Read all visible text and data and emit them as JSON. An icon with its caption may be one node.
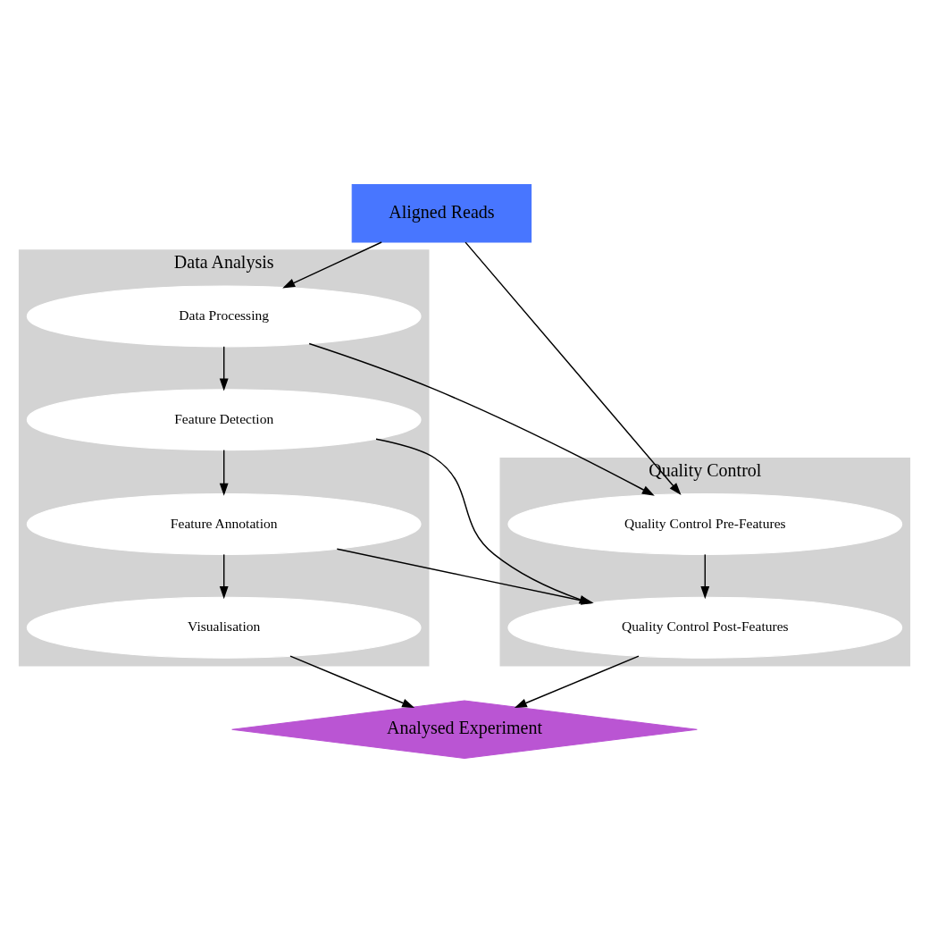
{
  "diagram": {
    "nodes": [
      {
        "text": [
          "Aligned Reads"
        ]
      },
      {
        "text": [
          "Data Analysis"
        ]
      },
      {
        "text": [
          "Data Processing"
        ],
        "in": 1
      },
      {
        "text": [
          "Feature Detection"
        ],
        "in": 1
      },
      {
        "text": [
          "Feature Annotation"
        ],
        "in": 1
      },
      {
        "text": [
          "Visualisation"
        ],
        "in": 1
      },
      {
        "text": [
          "Quality Control"
        ]
      },
      {
        "text": [
          "Quality Control Pre-Features"
        ],
        "in": 6
      },
      {
        "text": [
          "Quality Control Post-Features"
        ],
        "in": 6
      },
      {
        "text": [
          "Analysed Experiment"
        ]
      }
    ],
    "edges": [
      {
        "from": 0,
        "to": 2,
        "arrow": "to"
      },
      {
        "from": 0,
        "to": 7,
        "arrow": "to"
      },
      {
        "from": 2,
        "to": 3,
        "arrow": "to"
      },
      {
        "from": 2,
        "to": 7,
        "arrow": "to"
      },
      {
        "from": 3,
        "to": 4,
        "arrow": "to"
      },
      {
        "from": 3,
        "to": 8,
        "arrow": "to"
      },
      {
        "from": 4,
        "to": 5,
        "arrow": "to"
      },
      {
        "from": 4,
        "to": 8,
        "arrow": "to"
      },
      {
        "from": 7,
        "to": 8,
        "arrow": "to"
      },
      {
        "from": 5,
        "to": 9,
        "arrow": "to"
      },
      {
        "from": 8,
        "to": 9,
        "arrow": "to"
      }
    ]
  }
}
